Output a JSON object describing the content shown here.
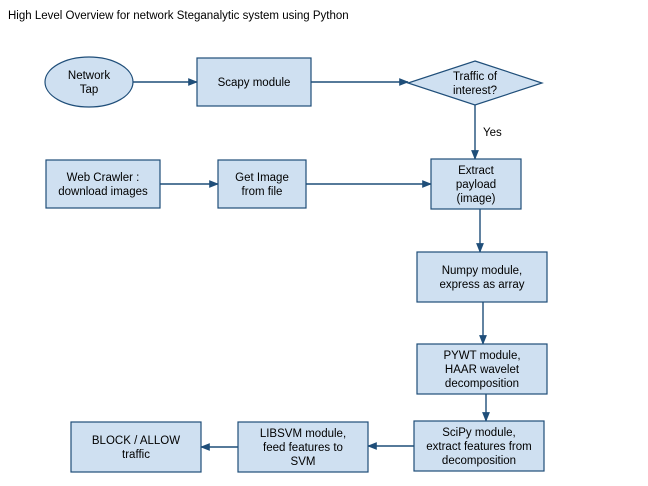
{
  "title": "High Level Overview for network Steganalytic system using Python",
  "colors": {
    "node_fill": "#cfe0f1",
    "node_stroke": "#1f4e79",
    "edge": "#1f4e79"
  },
  "nodes": {
    "network_tap": {
      "shape": "ellipse",
      "lines": [
        "Network",
        "Tap"
      ]
    },
    "scapy": {
      "shape": "rect",
      "lines": [
        "Scapy module"
      ]
    },
    "traffic_decision": {
      "shape": "diamond",
      "lines": [
        "Traffic of",
        "interest?"
      ]
    },
    "web_crawler": {
      "shape": "rect",
      "lines": [
        "Web Crawler :",
        "download images"
      ]
    },
    "get_image": {
      "shape": "rect",
      "lines": [
        "Get Image",
        "from file"
      ]
    },
    "extract_payload": {
      "shape": "rect",
      "lines": [
        "Extract",
        "payload",
        "(image)"
      ]
    },
    "numpy": {
      "shape": "rect",
      "lines": [
        "Numpy module,",
        "express as array"
      ]
    },
    "pywt": {
      "shape": "rect",
      "lines": [
        "PYWT module,",
        "HAAR wavelet",
        "decomposition"
      ]
    },
    "scipy": {
      "shape": "rect",
      "lines": [
        "SciPy module,",
        "extract features from",
        "decomposition"
      ]
    },
    "libsvm": {
      "shape": "rect",
      "lines": [
        "LIBSVM module,",
        "feed features to",
        "SVM"
      ]
    },
    "block_allow": {
      "shape": "rect",
      "lines": [
        "BLOCK / ALLOW",
        "traffic"
      ]
    }
  },
  "edges": [
    {
      "from": "network_tap",
      "to": "scapy",
      "label": ""
    },
    {
      "from": "scapy",
      "to": "traffic_decision",
      "label": ""
    },
    {
      "from": "traffic_decision",
      "to": "extract_payload",
      "label": "Yes"
    },
    {
      "from": "web_crawler",
      "to": "get_image",
      "label": ""
    },
    {
      "from": "get_image",
      "to": "extract_payload",
      "label": ""
    },
    {
      "from": "extract_payload",
      "to": "numpy",
      "label": ""
    },
    {
      "from": "numpy",
      "to": "pywt",
      "label": ""
    },
    {
      "from": "pywt",
      "to": "scipy",
      "label": ""
    },
    {
      "from": "scipy",
      "to": "libsvm",
      "label": ""
    },
    {
      "from": "libsvm",
      "to": "block_allow",
      "label": ""
    }
  ]
}
